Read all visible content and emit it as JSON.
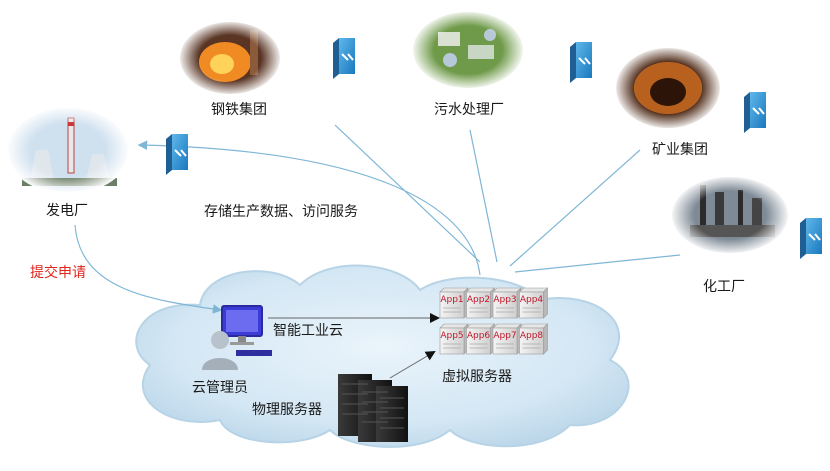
{
  "sites": {
    "steel": "钢铁集团",
    "sewage": "污水处理厂",
    "mining": "矿业集团",
    "chemical": "化工厂",
    "power": "发电厂"
  },
  "flow": {
    "storage": "存储生产数据、访问服务",
    "apply": "提交申请"
  },
  "cloud": {
    "name": "智能工业云",
    "admin": "云管理员",
    "physical": "物理服务器",
    "virtual": "虚拟服务器",
    "apps": [
      "App1",
      "App2",
      "App3",
      "App4",
      "App5",
      "App6",
      "App7",
      "App8"
    ]
  },
  "colors": {
    "line": "#7fb6d6",
    "cloud": "#cfe4f3",
    "app_text": "#c0182a",
    "connector": "#2a8fd0",
    "label_red": "#e0261b"
  },
  "icons": {
    "connector": "network-connector-icon",
    "monitor": "monitor-icon",
    "user": "user-icon",
    "rack": "server-rack-icon",
    "virtual_server": "virtual-server-icon"
  }
}
